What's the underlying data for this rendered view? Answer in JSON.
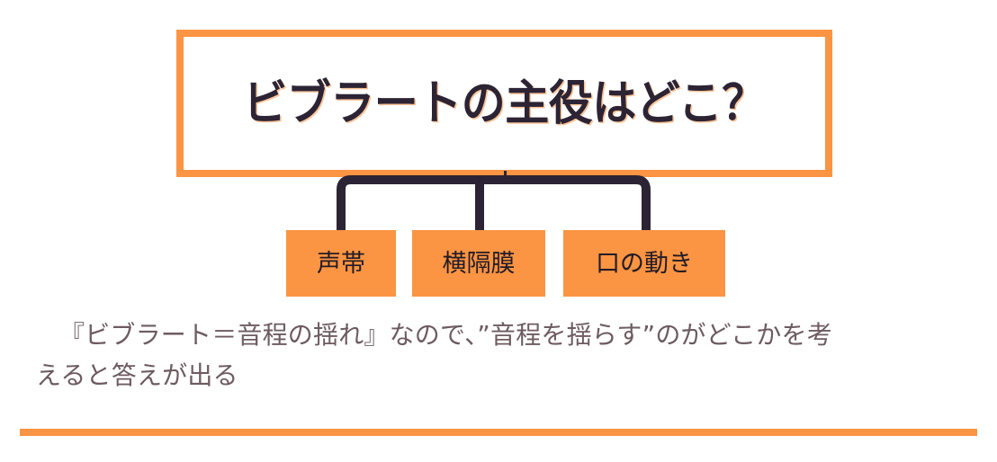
{
  "slide": {
    "background_color": "#FFFFFF",
    "accent_color": "#FB9443",
    "title_text_color": "#2C2434",
    "caption_text_color": "#6D5B60",
    "leaf_text_color": "#231C24"
  },
  "title": {
    "text": "ビブラートの主役はどこ？"
  },
  "branches": [
    {
      "label": "声帯"
    },
    {
      "label": "横隔膜"
    },
    {
      "label": "口の動き"
    }
  ],
  "caption": {
    "line1": "『ビブラート＝音程の揺れ』なので、”音程を揺らす”のがどこかを考",
    "line2": "えると答えが出る"
  }
}
